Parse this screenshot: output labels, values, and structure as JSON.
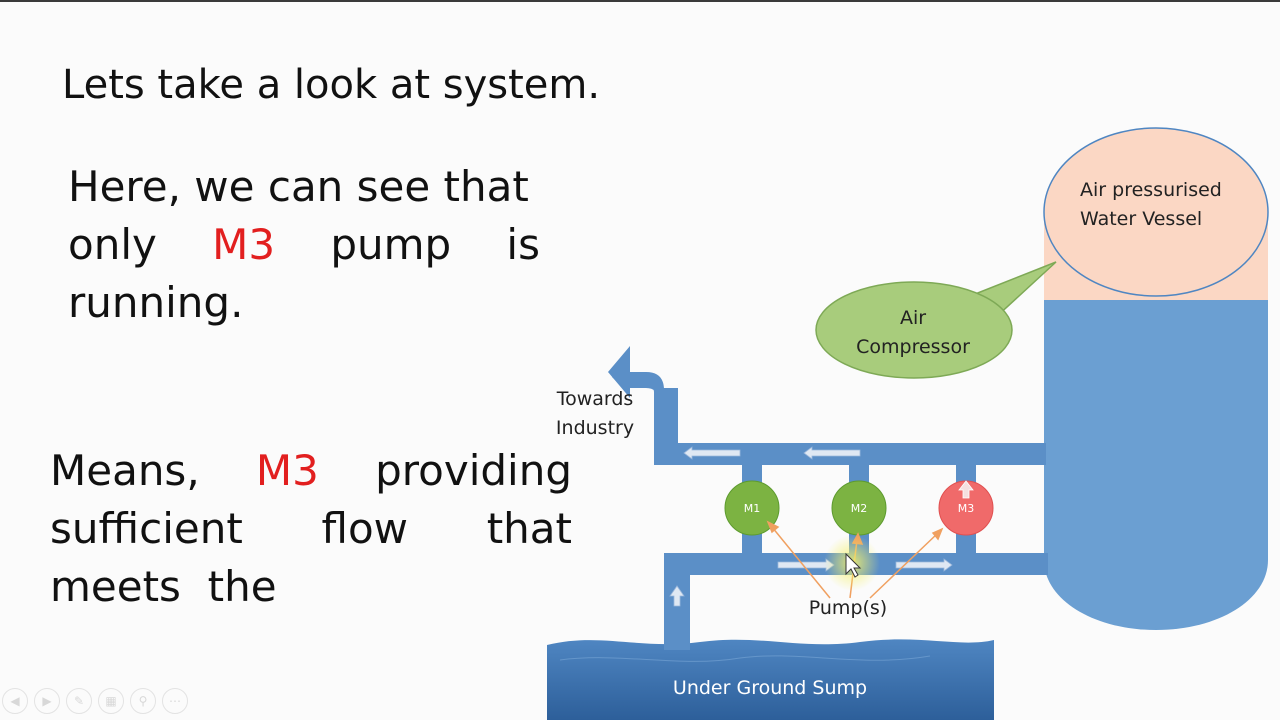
{
  "slide": {
    "title": "Lets take a look at system.",
    "para1": {
      "line1": "Here, we can see that",
      "line2_pre": "only",
      "line2_highlight": "M3",
      "line2_mid": "pump",
      "line2_post": "is",
      "line3": "running."
    },
    "para2": {
      "line1_pre": "Means,",
      "line1_highlight": "M3",
      "line1_post": "providing",
      "line2_a": "sufficient",
      "line2_b": "flow",
      "line2_c": "that",
      "line3": "meets  the"
    }
  },
  "diagram": {
    "vessel_label_line1": "Air pressurised",
    "vessel_label_line2": "Water Vessel",
    "compressor_label_line1": "Air",
    "compressor_label_line2": "Compressor",
    "towards_line1": "Towards",
    "towards_line2": "Industry",
    "pumps_label": "Pump(s)",
    "sump_label": "Under Ground Sump",
    "pumps": [
      {
        "name": "M1",
        "state": "stopped",
        "color": "#7cb342"
      },
      {
        "name": "M2",
        "state": "stopped",
        "color": "#7cb342"
      },
      {
        "name": "M3",
        "state": "running",
        "color": "#f06a6a"
      }
    ],
    "colors": {
      "pipe": "#5b8fc7",
      "water": "#6b9fd2",
      "air": "#fbd7c4",
      "compressor": "#a8cc7c",
      "arrow_annot": "#f0a060",
      "highlight": "#e21f1f"
    }
  },
  "nav_icons": [
    "previous-icon",
    "next-icon",
    "pen-icon",
    "slides-icon",
    "zoom-icon",
    "more-icon"
  ]
}
